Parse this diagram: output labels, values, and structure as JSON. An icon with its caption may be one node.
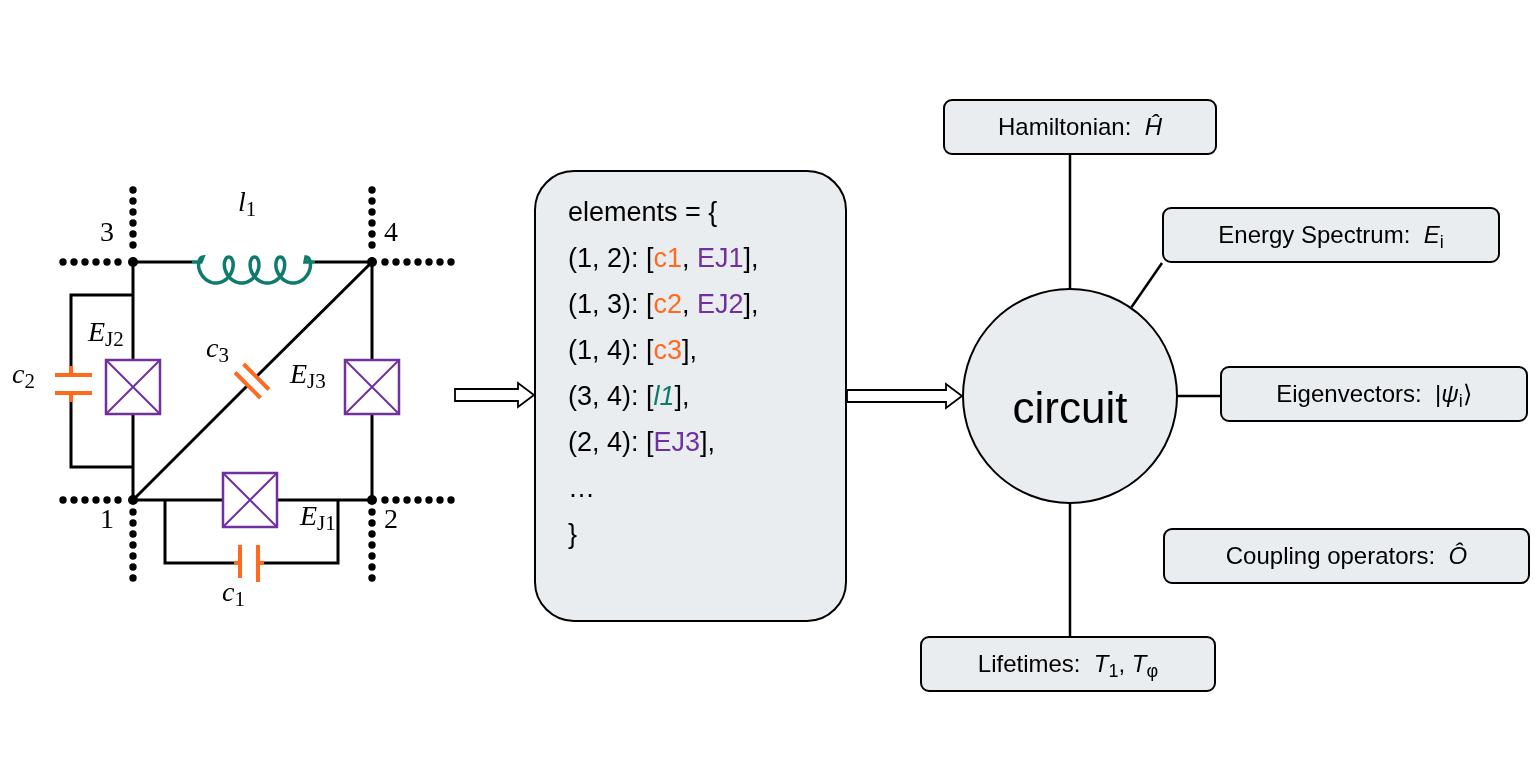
{
  "diagram": {
    "nodes": [
      {
        "text": [],
        "shape": "picture"
      },
      {
        "text": [
          "elements = {",
          "(1, 2): [c1, EJ1],",
          "(1, 3): [c2, EJ2],",
          "(1, 4): [c3],",
          "(3, 4): [l1],",
          "(2, 4): [EJ3],",
          "…",
          "}"
        ]
      },
      {
        "text": [
          "circuit"
        ]
      },
      {
        "text": [
          "Hamiltonian:  *Ĥ*"
        ]
      },
      {
        "text": [
          "Energy Spectrum:  *E*$_{i}$"
        ]
      },
      {
        "text": [
          "Eigenvectors:  |*ψ*$_{i}$⟩"
        ]
      },
      {
        "text": [
          "Coupling operators:  *Ô*"
        ]
      },
      {
        "text": [
          "Lifetimes:  *T*$_{1}$, *T*$_{φ}$"
        ]
      }
    ],
    "edges": [
      {
        "from": 0,
        "to": 1,
        "arrow": "to"
      },
      {
        "from": 1,
        "to": 2,
        "arrow": "to"
      },
      {
        "from": 2,
        "to": 3,
        "arrow": "none"
      },
      {
        "from": 2,
        "to": 4,
        "arrow": "none"
      },
      {
        "from": 2,
        "to": 5,
        "arrow": "none"
      },
      {
        "from": 2,
        "to": 7,
        "arrow": "none"
      }
    ],
    "labels": [
      "*l*$_{1}$",
      "3",
      "4",
      "*E*$_{J2}$",
      "*c*$_{2}$",
      "*c*$_{3}$",
      "*E*$_{J3}$",
      "1",
      "2",
      "*E*$_{J1}$",
      "*c*$_{1}$"
    ]
  }
}
